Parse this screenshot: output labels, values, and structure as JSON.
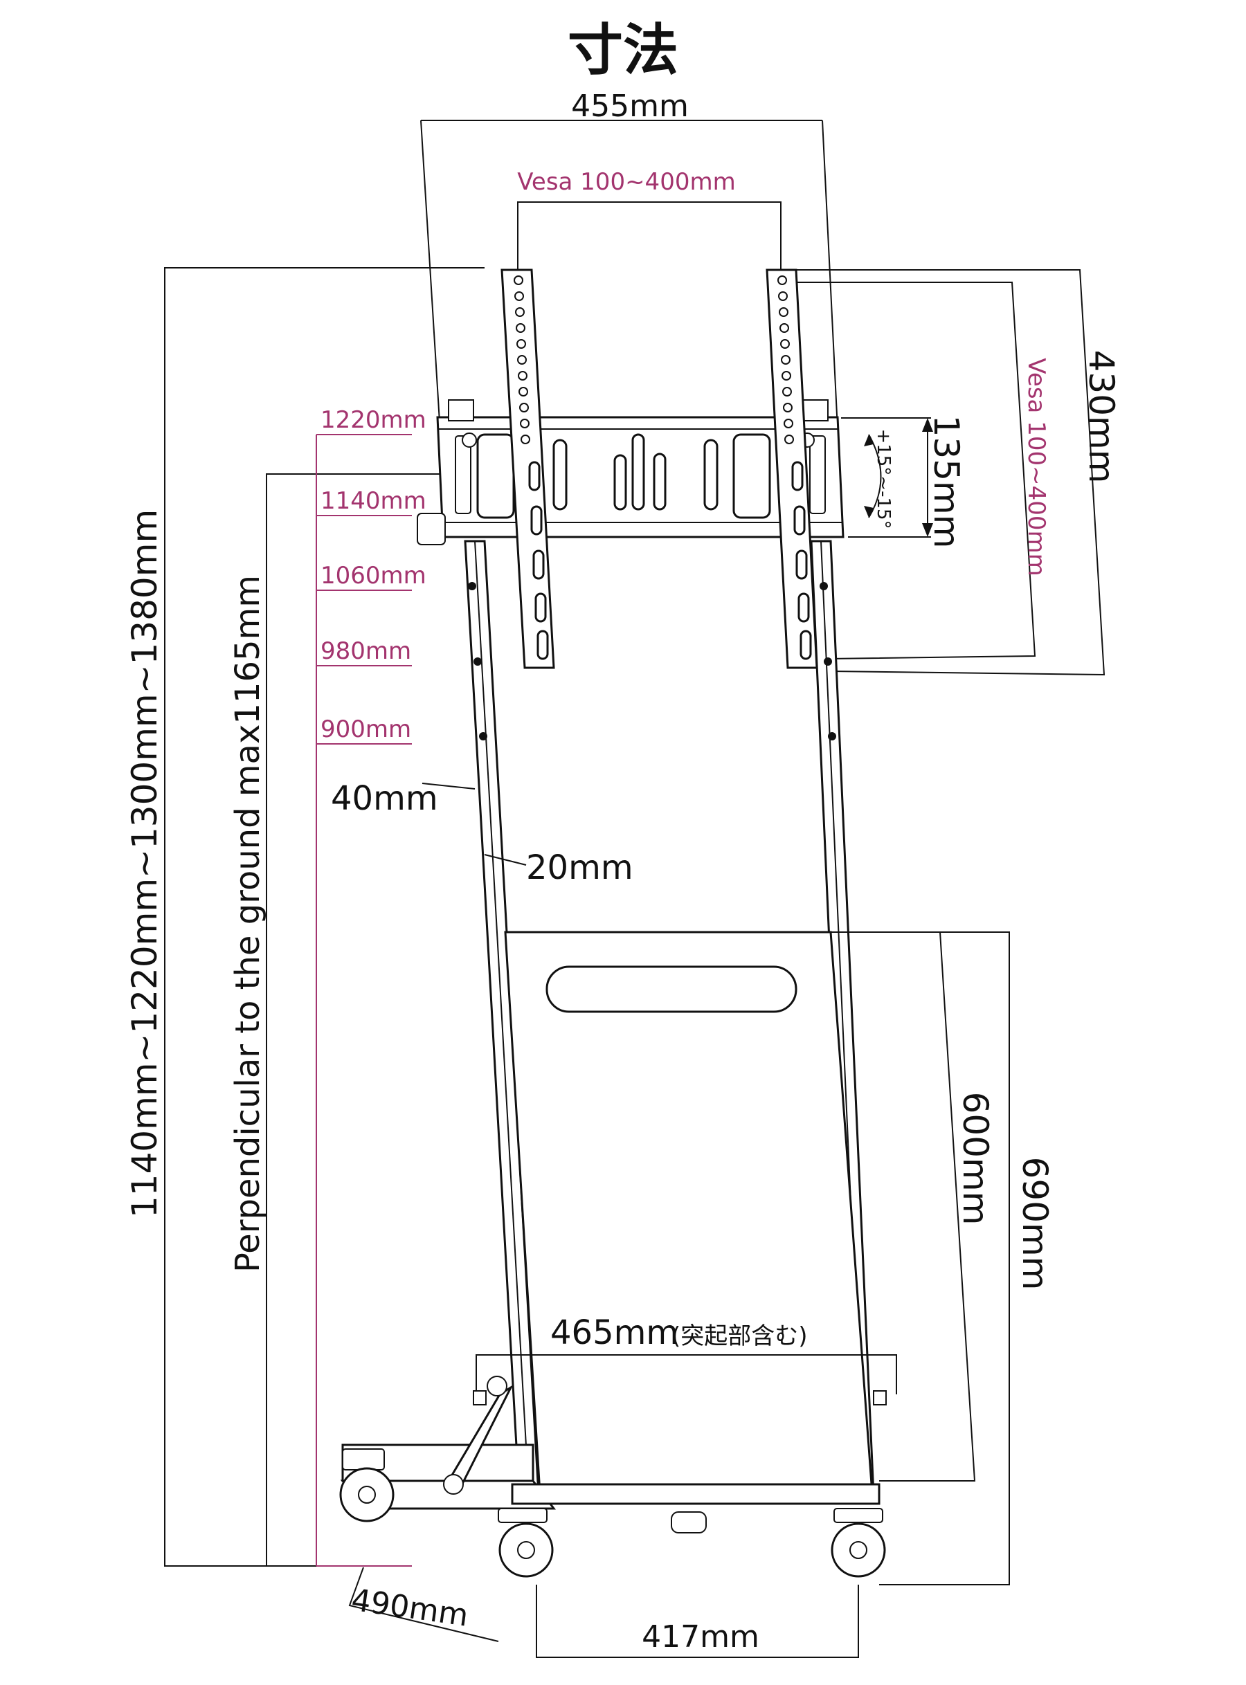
{
  "title": "寸法",
  "dimensions": {
    "top_width": "455mm",
    "vesa_horizontal": "Vesa 100~400mm",
    "vesa_vertical": "Vesa 100~400mm",
    "bracket_height": "430mm",
    "tilt_range": "+15°~-15°",
    "crossbar_height": "135mm",
    "total_height": "1140mm~1220mm~1300mm~1380mm",
    "ground_height": "Perpendicular to the ground max1165mm",
    "pole_width": "40mm",
    "pole_depth": "20mm",
    "shelf_height": "600mm",
    "shelf_total": "690mm",
    "base_width": "465mm",
    "base_width_note": "(突起部含む)",
    "base_depth": "490mm",
    "wheel_spacing": "417mm"
  },
  "height_levels": [
    "1220mm",
    "1140mm",
    "1060mm",
    "980mm",
    "900mm"
  ],
  "colors": {
    "line": "#111111",
    "accent": "#a3346e"
  }
}
